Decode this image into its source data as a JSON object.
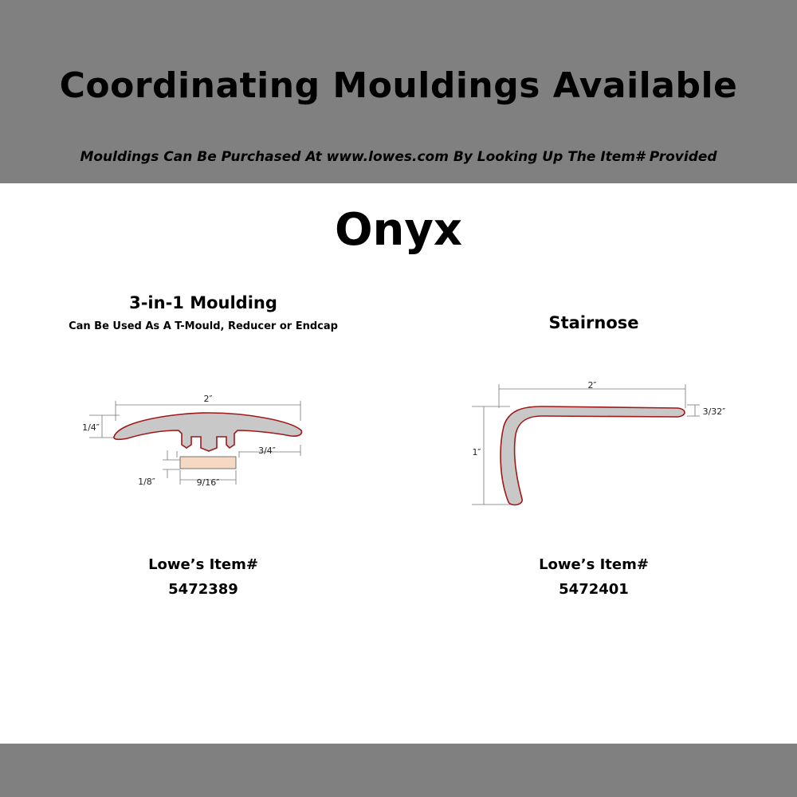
{
  "header": {
    "title": "Coordinating Mouldings Available",
    "subtitle": "Mouldings Can Be Purchased At www.lowes.com By Looking Up The Item# Provided"
  },
  "collection_name": "Onyx",
  "products": [
    {
      "name": "3-in-1 Moulding",
      "description": "Can Be Used As A T-Mould, Reducer or Endcap",
      "item_label": "Lowe’s Item#",
      "item_number": "5472389",
      "dimensions": {
        "width": "2″",
        "height": "1/4″",
        "track_width": "3/4″",
        "track_gap": "1/8″",
        "track_inner": "9/16″"
      }
    },
    {
      "name": "Stairnose",
      "item_label": "Lowe’s Item#",
      "item_number": "5472401",
      "dimensions": {
        "width": "2″",
        "height": "1″",
        "thickness": "3/32″"
      }
    }
  ],
  "colors": {
    "band": "#808080",
    "profile_fill": "#c8c8c8",
    "profile_outline": "#a01818",
    "track_fill": "#f5d9c2"
  }
}
